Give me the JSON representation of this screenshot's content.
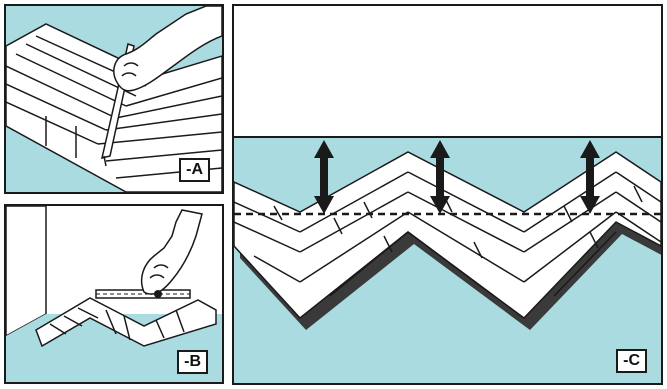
{
  "panels": {
    "a": {
      "label": "-A"
    },
    "b": {
      "label": "-B"
    },
    "c": {
      "label": "-C"
    }
  },
  "colors": {
    "floor": "#aadbe0",
    "wall": "#ffffff",
    "line": "#1a1a1a"
  },
  "icons": [
    "measuring-arrow-icon",
    "pencil-icon",
    "hand-icon",
    "ruler-icon"
  ]
}
